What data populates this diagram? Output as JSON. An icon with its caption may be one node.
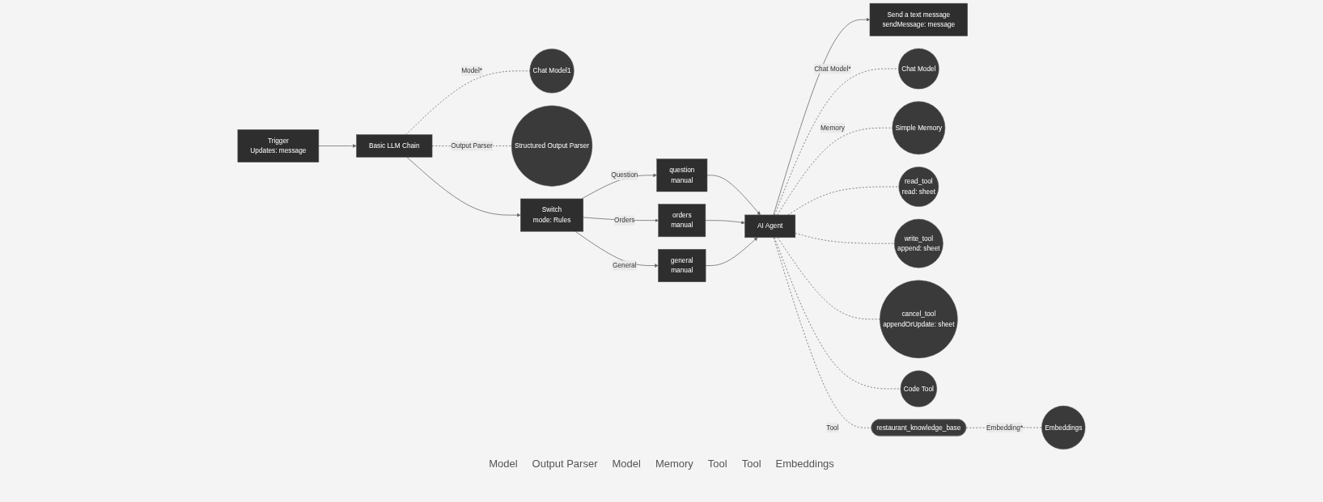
{
  "diagram": {
    "nodes": [
      {
        "text": [
          "Trigger",
          "Updates: message"
        ]
      },
      {
        "text": [
          "Basic LLM Chain"
        ]
      },
      {
        "text": [
          "Chat Model1"
        ]
      },
      {
        "text": [
          "Structured Output Parser"
        ]
      },
      {
        "text": [
          "Switch",
          "mode: Rules"
        ]
      },
      {
        "text": [
          "question",
          "manual"
        ]
      },
      {
        "text": [
          "orders",
          "manual"
        ]
      },
      {
        "text": [
          "general",
          "manual"
        ]
      },
      {
        "text": [
          "AI Agent"
        ]
      },
      {
        "text": [
          "Send a text message",
          "sendMessage: message"
        ]
      },
      {
        "text": [
          "Chat Model"
        ]
      },
      {
        "text": [
          "Simple Memory"
        ]
      },
      {
        "text": [
          "read_tool",
          "read: sheet"
        ]
      },
      {
        "text": [
          "write_tool",
          "append: sheet"
        ]
      },
      {
        "text": [
          "cancel_tool",
          "appendOrUpdate: sheet"
        ]
      },
      {
        "text": [
          "Code Tool"
        ]
      },
      {
        "text": [
          "restaurant_knowledge_base"
        ]
      },
      {
        "text": [
          "Embeddings"
        ]
      }
    ],
    "edges": [
      {
        "from": 0,
        "to": 1,
        "arrow": "to"
      },
      {
        "from": 1,
        "to": 4,
        "arrow": "to"
      },
      {
        "from": 4,
        "to": 5,
        "arrow": "to",
        "label": "Question"
      },
      {
        "from": 4,
        "to": 6,
        "arrow": "to",
        "label": "Orders"
      },
      {
        "from": 4,
        "to": 7,
        "arrow": "to",
        "label": "General"
      },
      {
        "from": 5,
        "to": 8,
        "arrow": "to"
      },
      {
        "from": 6,
        "to": 8,
        "arrow": "to"
      },
      {
        "from": 7,
        "to": 8,
        "arrow": "to"
      },
      {
        "from": 8,
        "to": 9,
        "arrow": "to"
      },
      {
        "from": 1,
        "to": 2,
        "arrow": "none",
        "style": "dashed",
        "label": "Model*"
      },
      {
        "from": 1,
        "to": 3,
        "arrow": "none",
        "style": "dashed",
        "label": "Output Parser"
      },
      {
        "from": 8,
        "to": 10,
        "arrow": "none",
        "style": "dashed",
        "label": "Chat Model*"
      },
      {
        "from": 8,
        "to": 11,
        "arrow": "none",
        "style": "dashed",
        "label": "Memory"
      },
      {
        "from": 8,
        "to": 12,
        "arrow": "none",
        "style": "dashed"
      },
      {
        "from": 8,
        "to": 13,
        "arrow": "none",
        "style": "dashed"
      },
      {
        "from": 8,
        "to": 14,
        "arrow": "none",
        "style": "dashed"
      },
      {
        "from": 8,
        "to": 15,
        "arrow": "none",
        "style": "dashed"
      },
      {
        "from": 8,
        "to": 16,
        "arrow": "none",
        "style": "dashed",
        "label": "Tool"
      },
      {
        "from": 16,
        "to": 17,
        "arrow": "none",
        "style": "dashed",
        "label": "Embedding*"
      }
    ],
    "labels": [
      "Model",
      "Output Parser",
      "Model",
      "Memory",
      "Tool",
      "Tool",
      "Embeddings"
    ]
  }
}
